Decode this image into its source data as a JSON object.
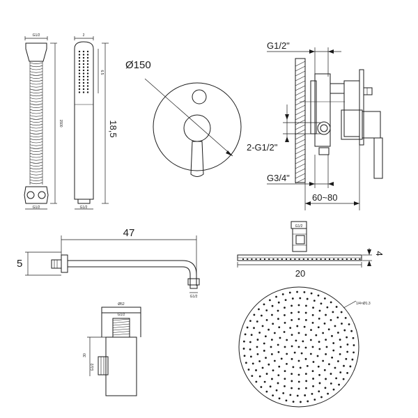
{
  "hand_shower": {
    "hose_top_label": "G1/2",
    "hose_length_label": "1500",
    "hose_bottom_label": "G1/2",
    "head_top_label": "2",
    "head_spray_label": "6.5",
    "head_bottom_label": "G1/2",
    "head_length_dim": "18,5"
  },
  "mixer": {
    "plate_diameter": "Ø150"
  },
  "valve": {
    "inlet_label": "G1/2\"",
    "outlets_label": "2-G1/2\"",
    "bottom_label": "G3/4\"",
    "depth_label": "60~80"
  },
  "shower_arm": {
    "length_dim": "47",
    "height_dim": "5",
    "outlet_label": "G1/2"
  },
  "overhead_shower": {
    "connector_label": "G1/2",
    "thickness_dim": "4",
    "diameter_dim": "20",
    "nozzle_label": "1/4×Ø1.3"
  },
  "wall_outlet": {
    "top_label": "Ø52",
    "inner_label": "G1/2",
    "side_label_1": "30",
    "side_label_2": "G1/2"
  }
}
